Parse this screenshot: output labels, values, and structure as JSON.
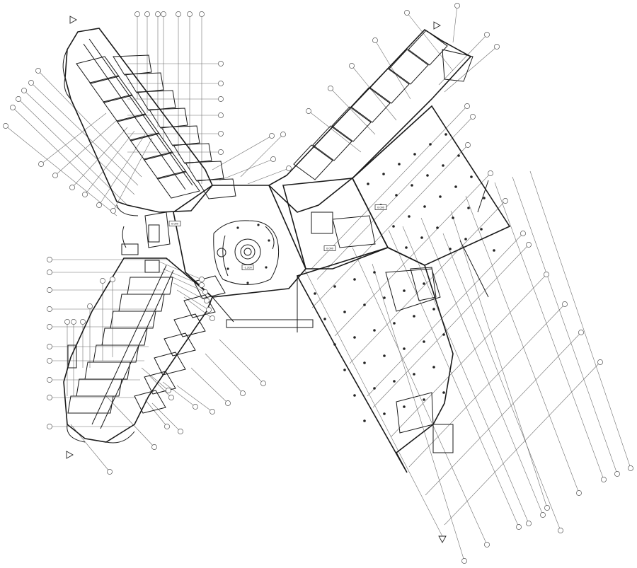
{
  "drawing": {
    "elevation_tags": [
      {
        "id": "tag-west",
        "text": "0.000"
      },
      {
        "id": "tag-atrium",
        "text": "-1.200"
      },
      {
        "id": "tag-center",
        "text": "0.000"
      },
      {
        "id": "tag-east",
        "text": "0.000"
      }
    ],
    "section_markers": [
      "section-marker-nw",
      "section-marker-sw",
      "section-marker-ne",
      "section-marker-s"
    ],
    "grid_bubble_count": 96,
    "line_color": "#1a1a1a",
    "background": "#ffffff"
  }
}
